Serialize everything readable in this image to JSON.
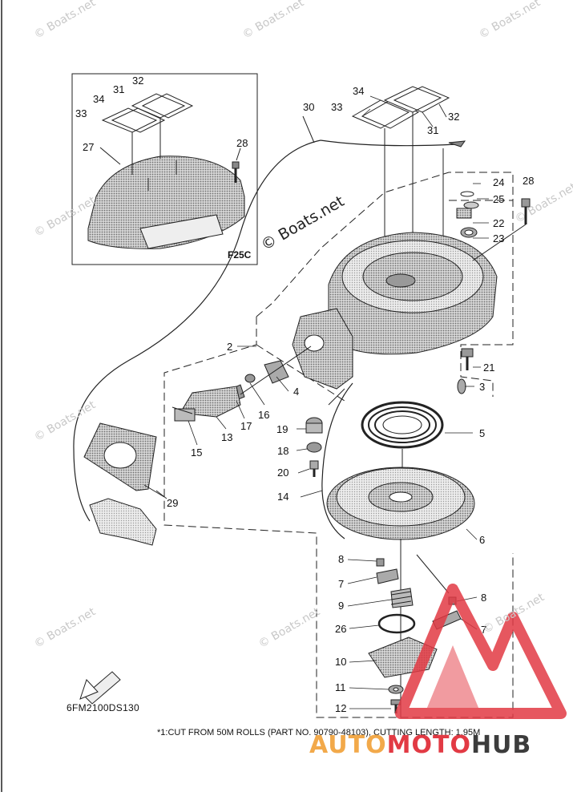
{
  "watermark": "© Boats.net",
  "watermark_center": "© Boats.net",
  "inset": {
    "label": "F25C",
    "callouts": [
      "32",
      "31",
      "34",
      "33",
      "27",
      "28"
    ]
  },
  "callouts": {
    "c30": "30",
    "c34": "34",
    "c33": "33",
    "c32": "32",
    "c31": "31",
    "c24": "24",
    "c25": "25",
    "c22": "22",
    "c23": "23",
    "c28": "28",
    "c2": "2",
    "c21": "21",
    "c3": "3",
    "c4": "4",
    "c16": "16",
    "c17": "17",
    "c13": "13",
    "c15": "15",
    "c19": "19",
    "c5": "5",
    "c18": "18",
    "c20": "20",
    "c14": "14",
    "c6": "6",
    "c29": "29",
    "c8a": "8",
    "c7a": "7",
    "c9": "9",
    "c8b": "8",
    "c26": "26",
    "c7b": "7",
    "c10": "10",
    "c11": "11",
    "c12": "12"
  },
  "diagram_code": "6FM2100DS130",
  "footnote": "*1:CUT FROM 50M ROLLS (PART NO. 90790-48103), CUTTING LENGTH: 1.95M",
  "brand": {
    "part1": "AUTO",
    "part2": "MOTO",
    "part3": "HUB"
  },
  "colors": {
    "line": "#222222",
    "shade": "#8a8a8a",
    "shade_dark": "#5c5c5c",
    "logo_red": "#e23a44",
    "logo_orange": "#f2a94a"
  }
}
